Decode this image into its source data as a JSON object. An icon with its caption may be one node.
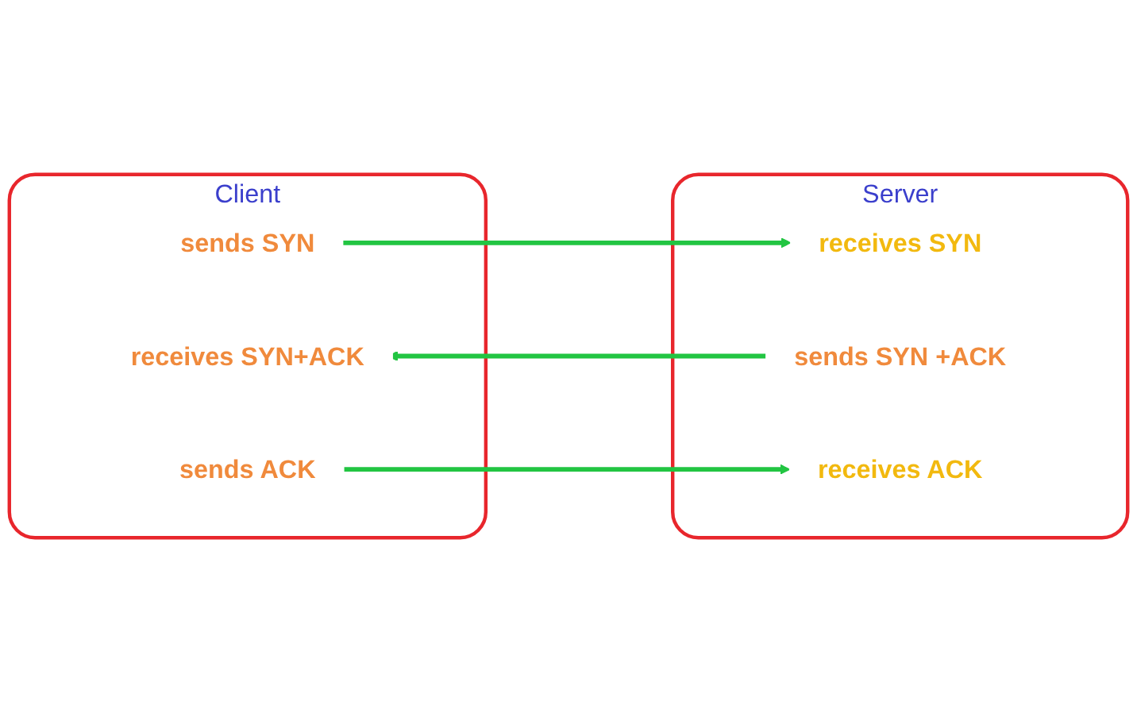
{
  "diagram": {
    "nodes": [
      {
        "text": [
          "Client"
        ]
      },
      {
        "text": [
          "sends SYN"
        ],
        "in": 0
      },
      {
        "text": [
          "receives SYN+ACK"
        ],
        "in": 0
      },
      {
        "text": [
          "sends ACK"
        ],
        "in": 0
      },
      {
        "text": [
          "Server"
        ]
      },
      {
        "text": [
          "receives SYN"
        ],
        "in": 4
      },
      {
        "text": [
          "sends SYN +ACK"
        ],
        "in": 4
      },
      {
        "text": [
          "receives ACK"
        ],
        "in": 4
      }
    ],
    "edges": [
      {
        "from": 1,
        "to": 5,
        "arrow": "to"
      },
      {
        "from": 6,
        "to": 2,
        "arrow": "to"
      },
      {
        "from": 3,
        "to": 7,
        "arrow": "to"
      }
    ]
  }
}
